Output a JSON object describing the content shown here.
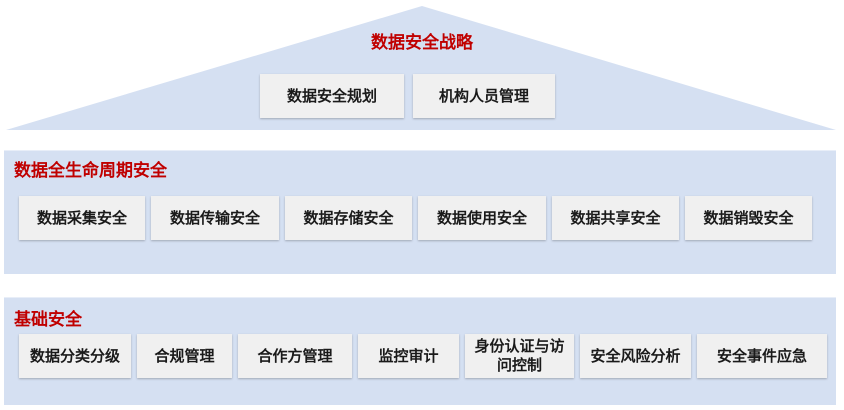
{
  "strategy": {
    "title": "数据安全战略",
    "items": [
      "数据安全规划",
      "机构人员管理"
    ]
  },
  "lifecycle": {
    "title": "数据全生命周期安全",
    "items": [
      "数据采集安全",
      "数据传输安全",
      "数据存储安全",
      "数据使用安全",
      "数据共享安全",
      "数据销毁安全"
    ]
  },
  "foundation": {
    "title": "基础安全",
    "items": [
      "数据分类分级",
      "合规管理",
      "合作方管理",
      "监控审计",
      "身份认证与访问控制",
      "安全风险分析",
      "安全事件应急"
    ]
  },
  "colors": {
    "band": "#d5e0f2",
    "box": "#f0f0f0",
    "title": "#c00000"
  }
}
